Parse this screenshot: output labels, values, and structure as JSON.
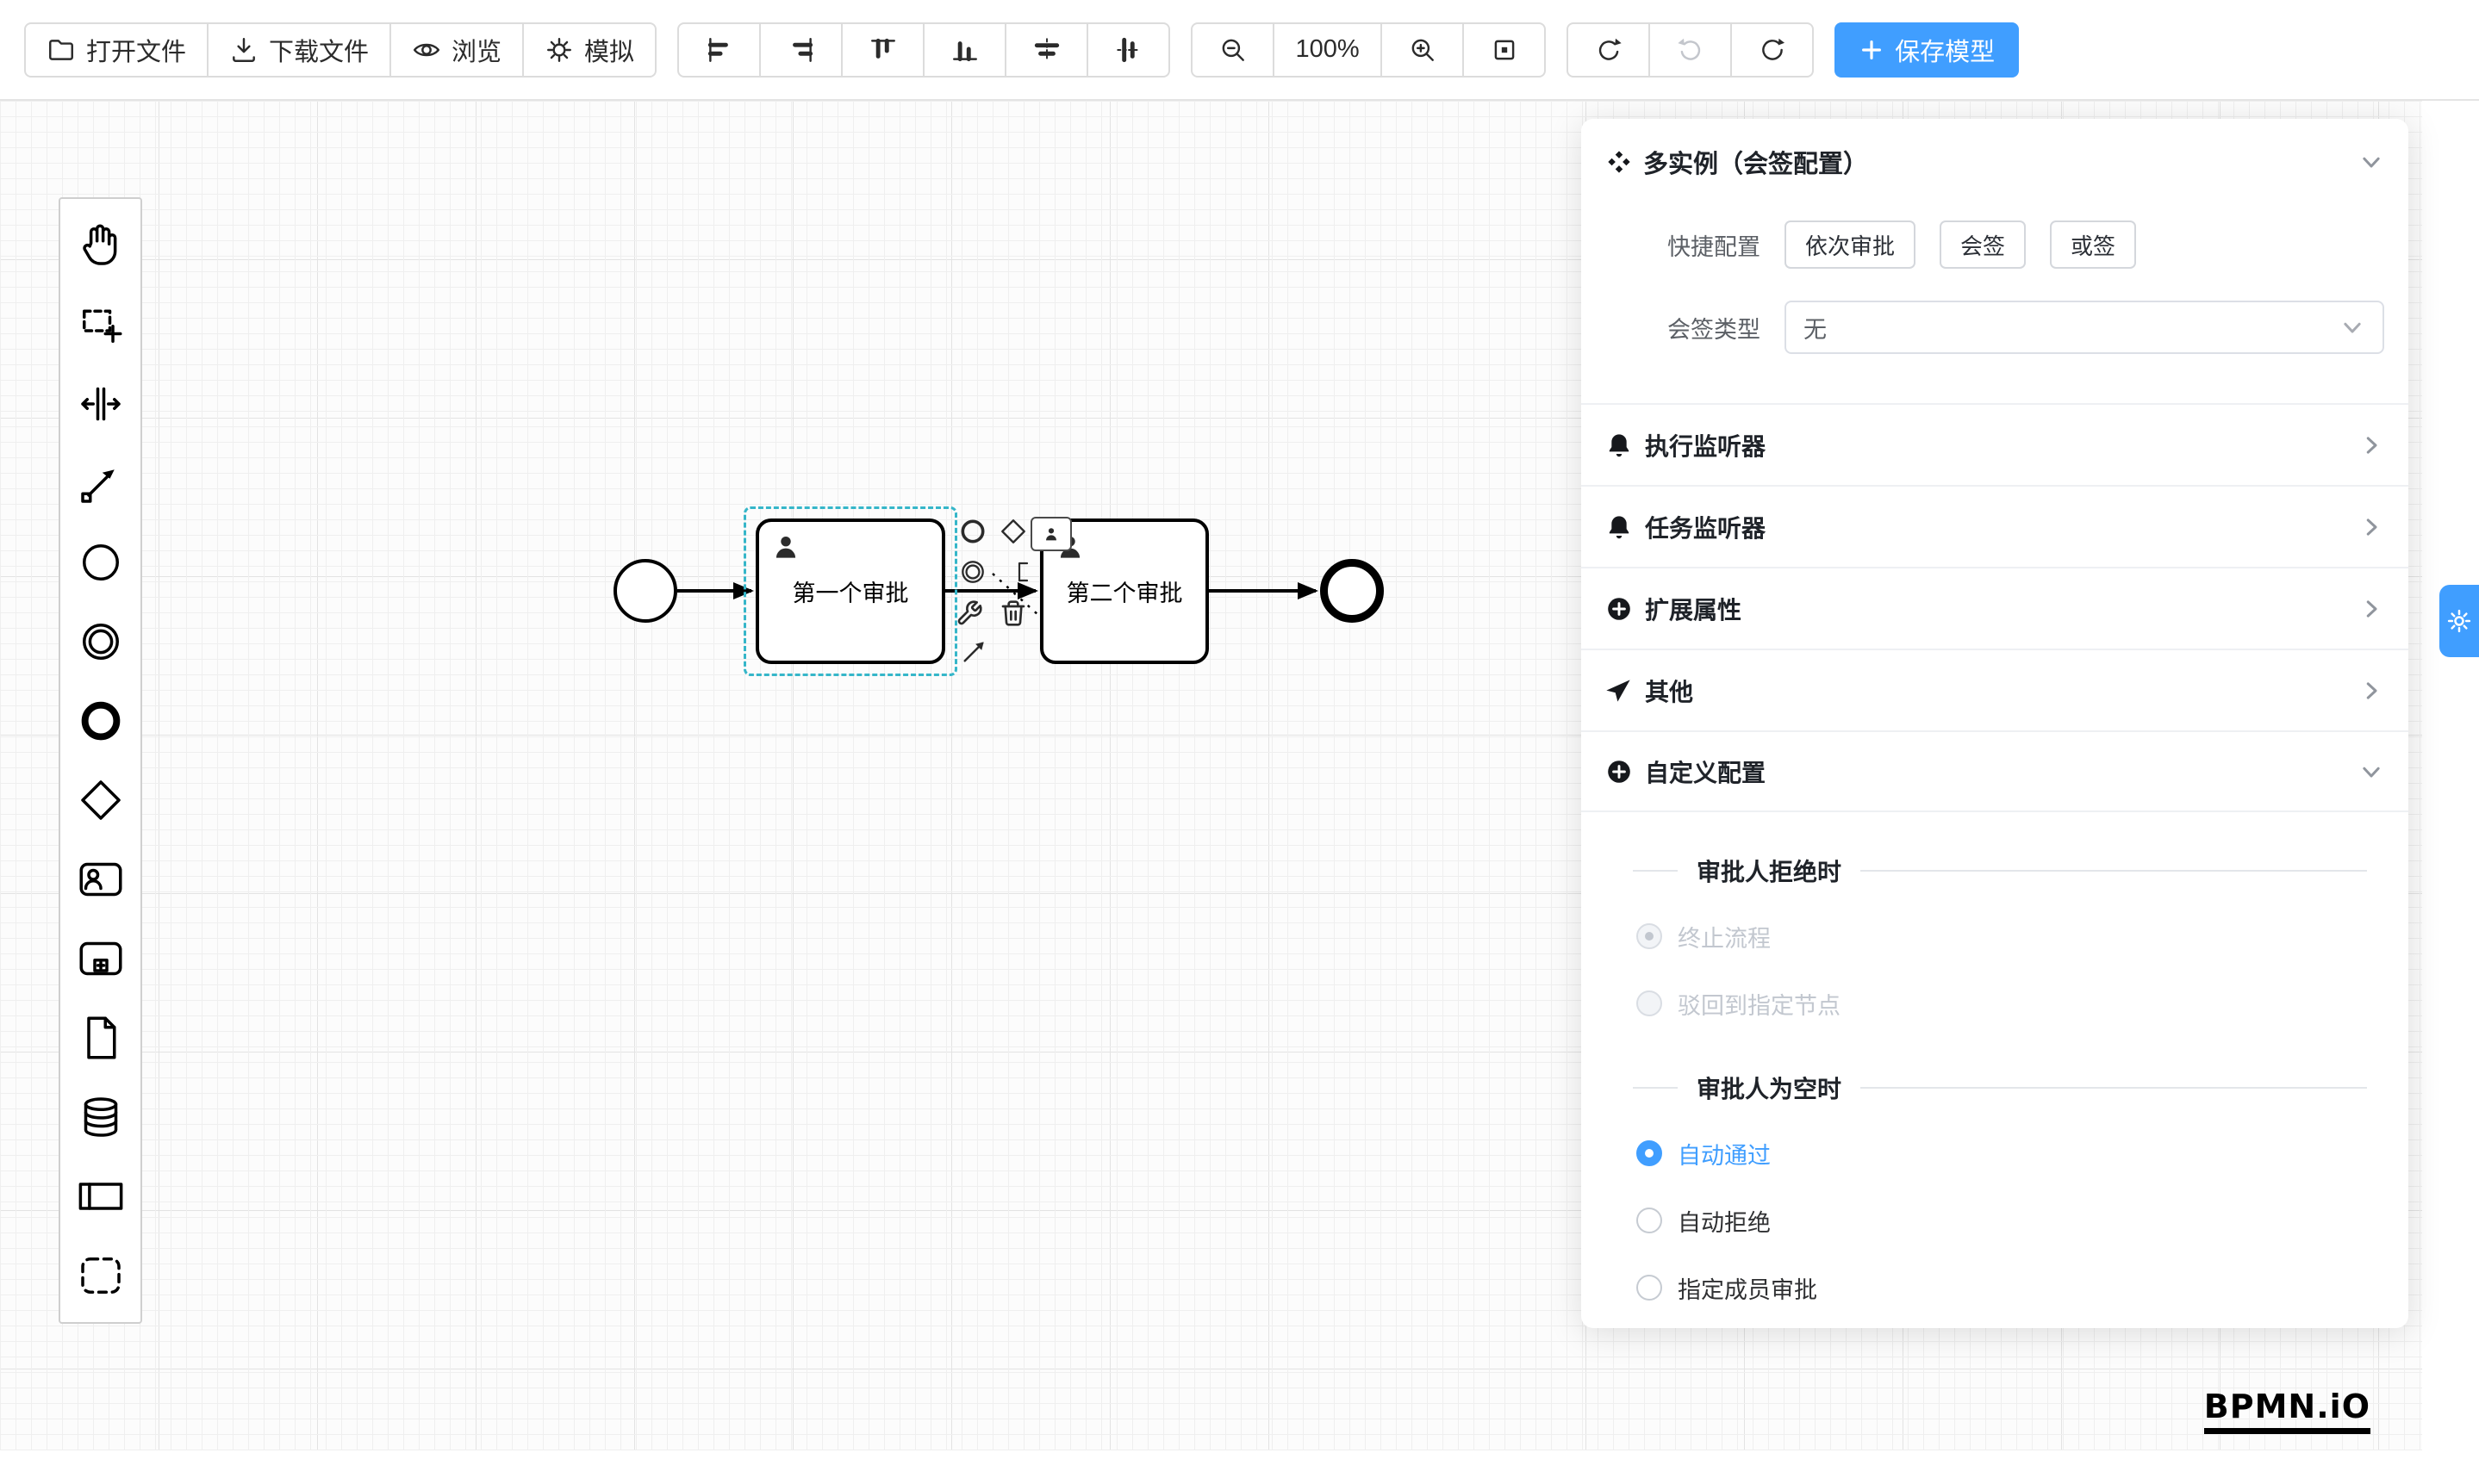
{
  "colors": {
    "primary": "#409eff",
    "selection": "#35b6c9"
  },
  "toolbar": {
    "open_label": "打开文件",
    "download_label": "下载文件",
    "preview_label": "浏览",
    "simulate_label": "模拟",
    "zoom_level": "100%",
    "save_label": "保存模型"
  },
  "canvas": {
    "task1_label": "第一个审批",
    "task2_label": "第二个审批"
  },
  "panel": {
    "title": "多实例（会签配置）",
    "quick_config_label": "快捷配置",
    "quick_options": [
      "依次审批",
      "会签",
      "或签"
    ],
    "sign_type_label": "会签类型",
    "sign_type_value": "无",
    "sections": {
      "execution_listener": "执行监听器",
      "task_listener": "任务监听器",
      "extended_props": "扩展属性",
      "other": "其他",
      "custom_config": "自定义配置"
    },
    "reject_section_title": "审批人拒绝时",
    "reject_options": {
      "terminate": "终止流程",
      "return_to_node": "驳回到指定节点"
    },
    "empty_section_title": "审批人为空时",
    "empty_options": {
      "auto_pass": "自动通过",
      "auto_reject": "自动拒绝",
      "assign_member": "指定成员审批"
    }
  },
  "watermark": "BPMN.iO"
}
